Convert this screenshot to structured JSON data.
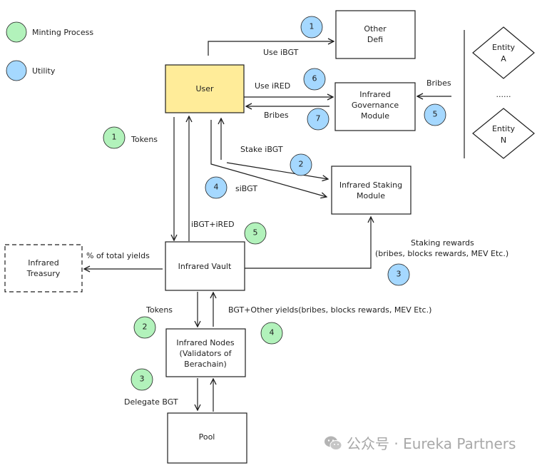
{
  "colors": {
    "minting": "#b2f2bb",
    "utility": "#a5d8ff",
    "user_box": "#ffec99",
    "stroke": "#1e1e1e"
  },
  "legend": {
    "minting_label": "Minting Process",
    "utility_label": "Utility"
  },
  "boxes": {
    "user": [
      "User"
    ],
    "other_defi": [
      "Other",
      "Defi"
    ],
    "governance": [
      "Infrared",
      "Governance",
      "Module"
    ],
    "staking": [
      "Infrared Staking",
      "Module"
    ],
    "treasury": [
      "Infrared",
      "Treasury"
    ],
    "vault": [
      "Infrared Vault"
    ],
    "nodes": [
      "Infrared Nodes",
      "(Validators of",
      "Berachain)"
    ],
    "pool": [
      "Pool"
    ],
    "entity_a": [
      "Entity",
      "A"
    ],
    "entity_n": [
      "Entity",
      "N"
    ]
  },
  "labels": {
    "use_ibgt": "Use iBGT",
    "use_ired": "Use iRED",
    "bribes_in": "Bribes",
    "bribes_out": "Bribes",
    "stake_ibgt": "Stake iBGT",
    "sibgt": "siBGT",
    "tokens_up": "Tokens",
    "ibgt_ired": "iBGT+iRED",
    "pct_yields": "% of total yields",
    "staking_rewards": "Staking rewards",
    "staking_rewards_detail": "(bribes, blocks rewards, MEV Etc.)",
    "tokens_down": "Tokens",
    "bgt_yields": "BGT+Other yields(bribes, blocks rewards, MEV Etc.)",
    "delegate_bgt": "Delegate BGT",
    "dots": "......"
  },
  "steps": {
    "u1": "1",
    "u6": "6",
    "u7": "7",
    "u5": "5",
    "u2": "2",
    "u4": "4",
    "u3": "3",
    "m1": "1",
    "m5": "5",
    "m2": "2",
    "m4": "4",
    "m3": "3"
  },
  "watermark": "公众号 · Eureka Partners"
}
